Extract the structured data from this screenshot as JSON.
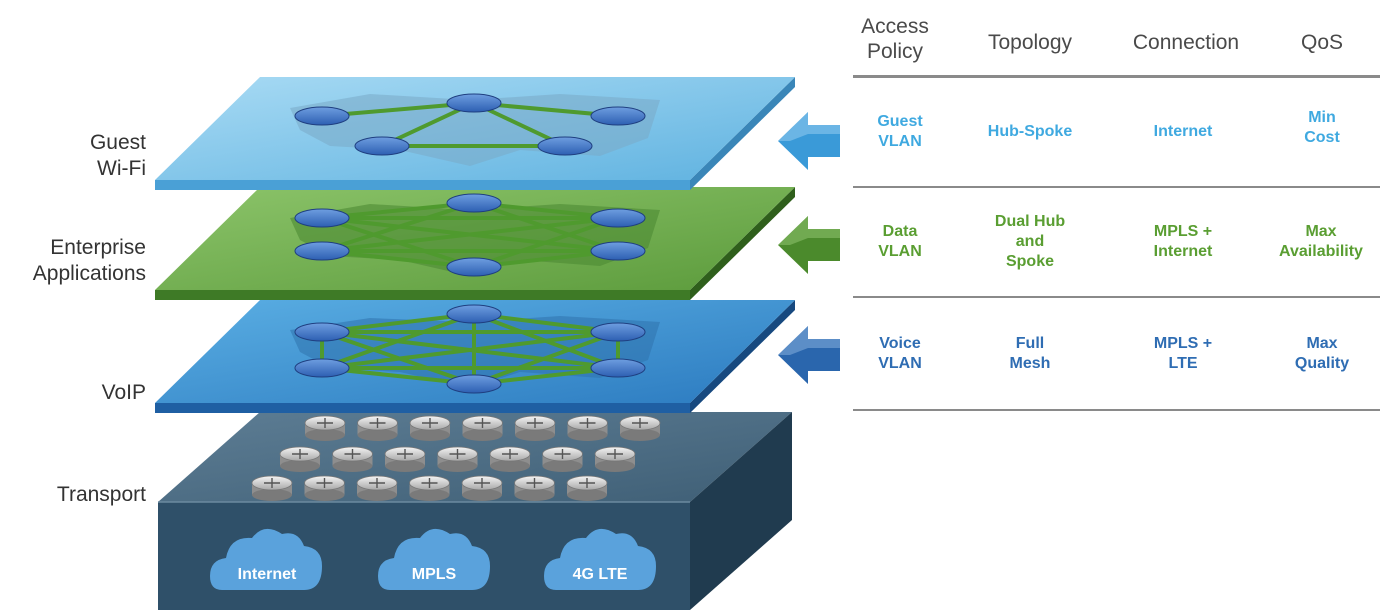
{
  "layers": {
    "guest": "Guest\nWi-Fi",
    "enterprise": "Enterprise\nApplications",
    "voip": "VoIP",
    "transport": "Transport"
  },
  "clouds": [
    "Internet",
    "MPLS",
    "4G LTE"
  ],
  "table": {
    "headers": {
      "access_policy": "Access\nPolicy",
      "topology": "Topology",
      "connection": "Connection",
      "qos": "QoS"
    },
    "rows": [
      {
        "access": "Guest\nVLAN",
        "topology": "Hub-Spoke",
        "connection": "Internet",
        "qos": "Min\nCost",
        "color": "#3fa9e0"
      },
      {
        "access": "Data\nVLAN",
        "topology": "Dual Hub\nand\nSpoke",
        "connection": "MPLS +\nInternet",
        "qos": "Max\nAvailability",
        "color": "#5a9e32"
      },
      {
        "access": "Voice\nVLAN",
        "topology": "Full\nMesh",
        "connection": "MPLS +\nLTE",
        "qos": "Max\nQuality",
        "color": "#2f6db3"
      }
    ]
  },
  "colors": {
    "guest_plane": "#7ec3e6",
    "enterprise_plane": "#6dab4d",
    "voip_plane": "#3b8fd0",
    "transport_box": "#3a5a72",
    "node": "#3d74c6",
    "link": "#4f9a2e",
    "guest_arrow": "#3a9ad8",
    "enterprise_arrow": "#4b8a2c",
    "voip_arrow": "#2a66ad"
  }
}
